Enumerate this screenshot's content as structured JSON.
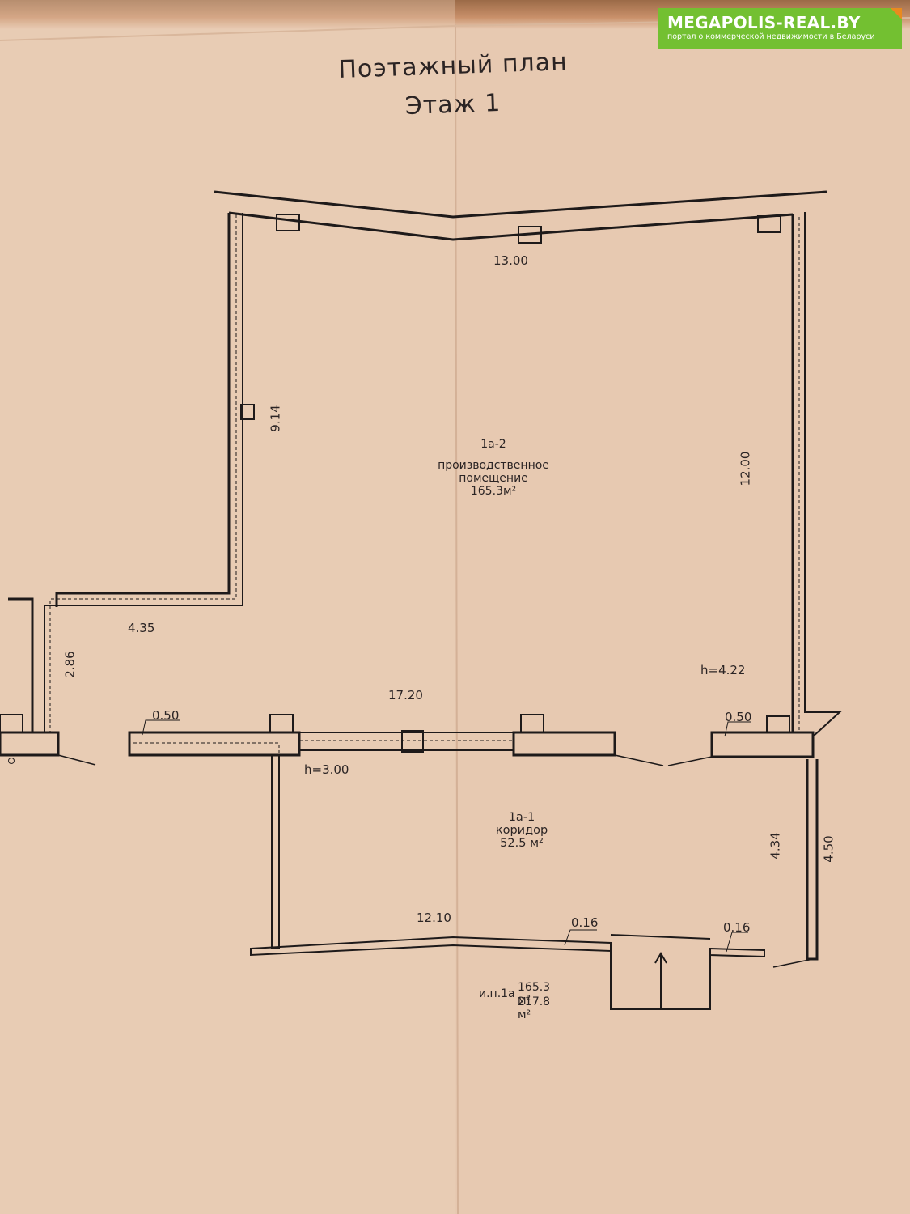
{
  "title": {
    "line1": "Поэтажный план",
    "line2": "Этаж 1"
  },
  "logo": {
    "name": "MEGAPOLIS-REAL.BY",
    "tagline": "портал о коммерческой недвижимости в Беларуси",
    "color": "#73c031",
    "accent": "#e98a1f"
  },
  "rooms": {
    "production": {
      "number": "1а-2",
      "name_line1": "производственное",
      "name_line2": "помещение",
      "area": "165.3м²"
    },
    "corridor": {
      "number": "1а-1",
      "name": "коридор",
      "area": "52.5 м²"
    }
  },
  "dimensions": {
    "top_width": "13.00",
    "left_wall": "9.14",
    "right_wall": "12.00",
    "ledge": "4.35",
    "ledge_height": "2.86",
    "partition_length": "17.20",
    "height_main": "h=4.22",
    "pier_left": "0.50",
    "pier_right": "0.50",
    "height_corridor": "h=3.00",
    "corridor_inner_height": "4.34",
    "corridor_outer_height": "4.50",
    "corridor_width": "12.10",
    "wall_a": "0.16",
    "wall_b": "0.16"
  },
  "summary": {
    "label": "и.п.1а",
    "area_main": "165.3 м²",
    "area_total": "217.8 м²"
  },
  "colors": {
    "paper": "#e7c9b1",
    "ink": "#2b2424"
  }
}
